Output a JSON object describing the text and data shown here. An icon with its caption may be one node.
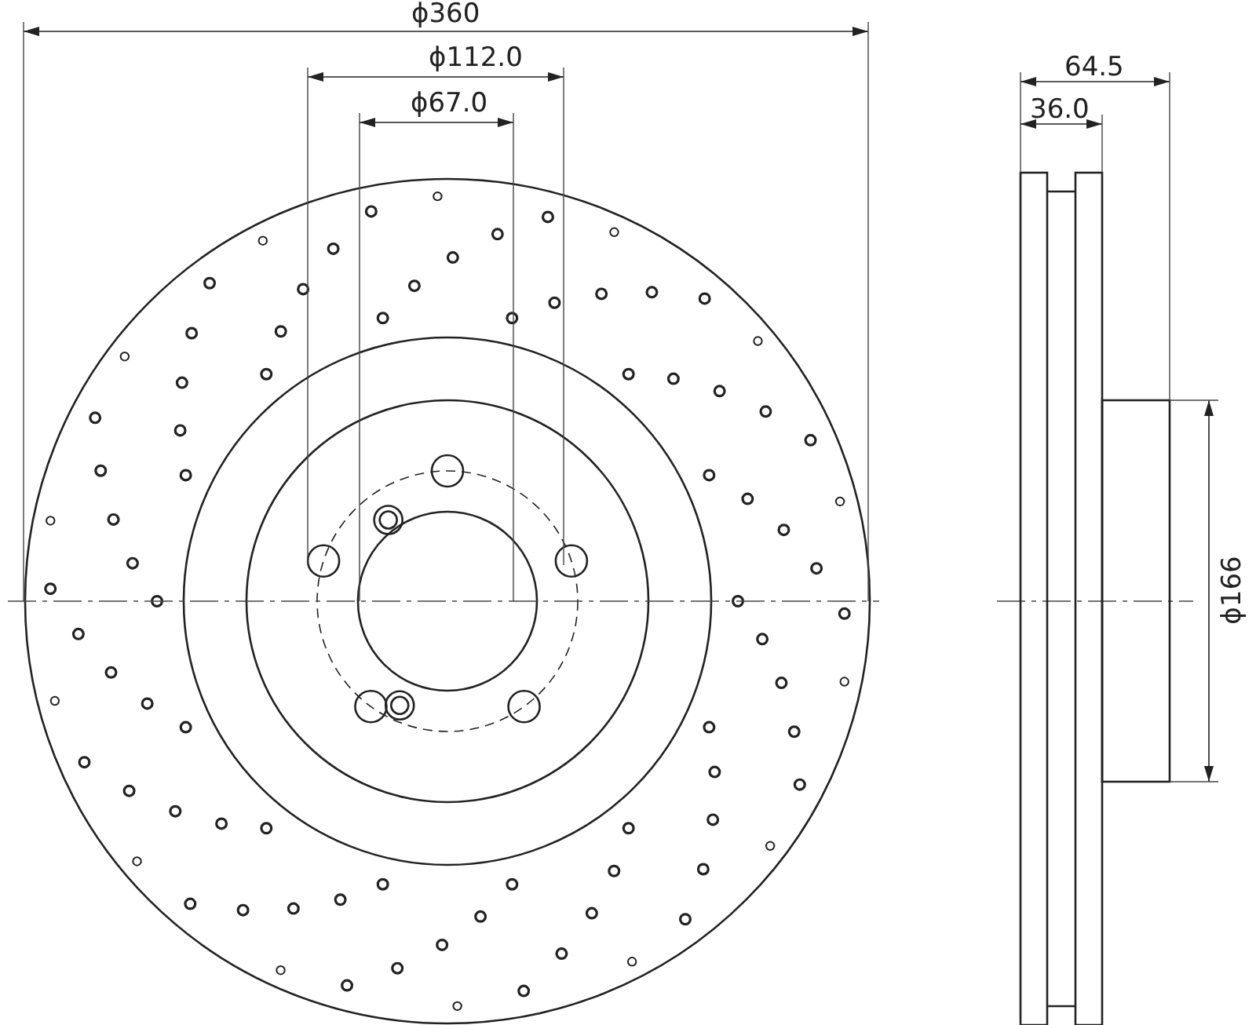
{
  "diagram": {
    "labels": [
      "ϕ360",
      "ϕ112.0",
      "ϕ67.0",
      "64.5",
      "36.0",
      "ϕ166"
    ]
  }
}
